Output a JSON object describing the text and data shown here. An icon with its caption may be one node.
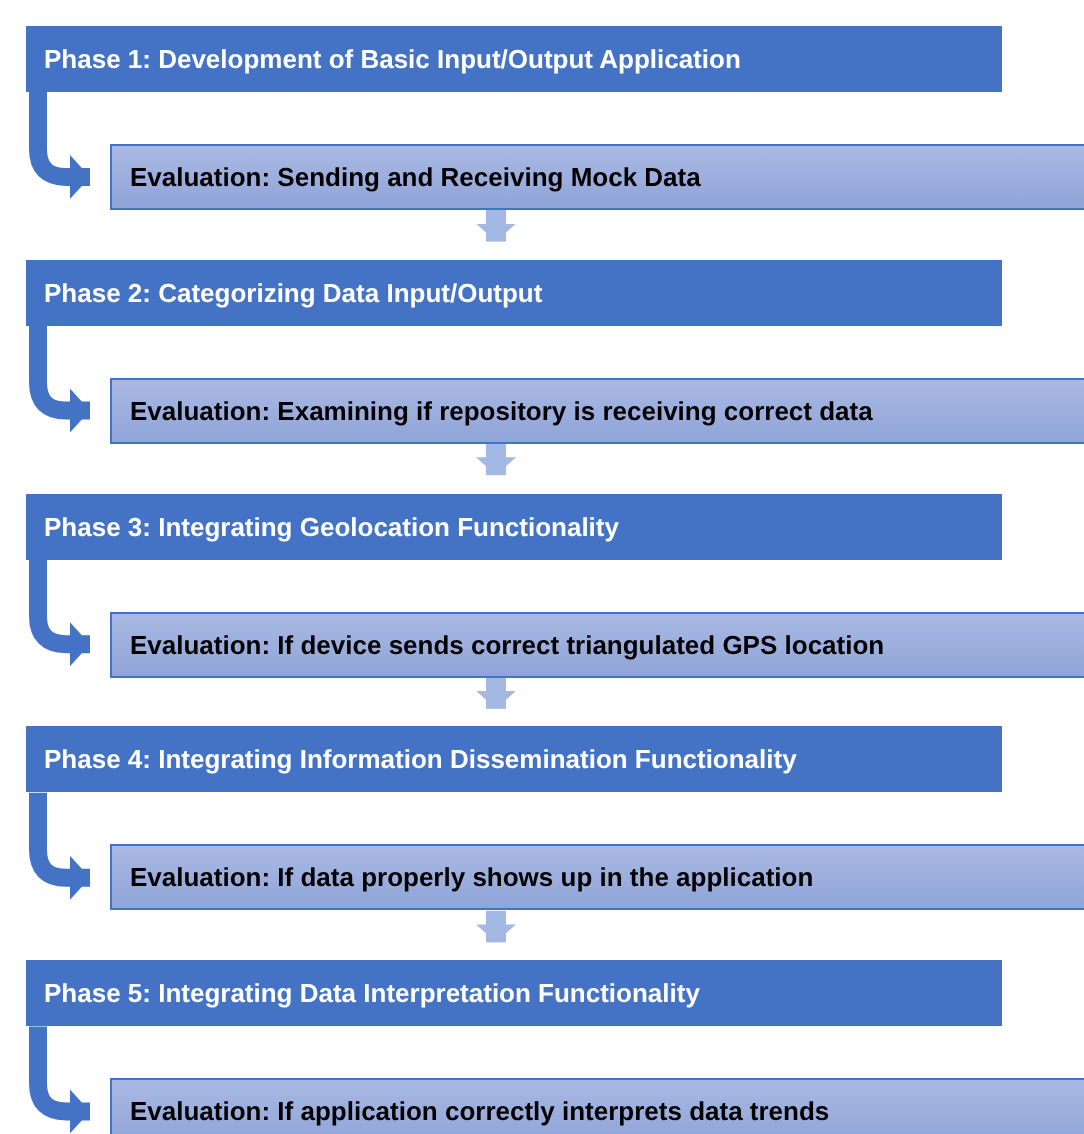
{
  "diagram": {
    "nodes": [
      {
        "text": [
          "Phase 1: Development of Basic Input/Output Application"
        ]
      },
      {
        "text": [
          "Evaluation: Sending and Receiving Mock Data"
        ]
      },
      {
        "text": [
          "Phase 2: Categorizing Data Input/Output"
        ]
      },
      {
        "text": [
          "Evaluation: Examining if repository is receiving correct data"
        ]
      },
      {
        "text": [
          "Phase 3: Integrating Geolocation Functionality"
        ]
      },
      {
        "text": [
          "Evaluation: If device sends correct triangulated GPS location"
        ]
      },
      {
        "text": [
          "Phase 4: Integrating Information Dissemination Functionality"
        ]
      },
      {
        "text": [
          "Evaluation: If data properly shows up in the application"
        ]
      },
      {
        "text": [
          "Phase 5: Integrating Data Interpretation Functionality"
        ]
      },
      {
        "text": [
          "Evaluation: If application correctly interprets data trends"
        ]
      }
    ],
    "edges": [
      {
        "from": 0,
        "to": 1,
        "arrow": "to"
      },
      {
        "from": 1,
        "to": 2,
        "arrow": "to",
        "color": "#a3b8e2"
      },
      {
        "from": 2,
        "to": 3,
        "arrow": "to"
      },
      {
        "from": 3,
        "to": 4,
        "arrow": "to",
        "color": "#a3b8e2"
      },
      {
        "from": 4,
        "to": 5,
        "arrow": "to"
      },
      {
        "from": 5,
        "to": 6,
        "arrow": "to",
        "color": "#a3b8e2"
      },
      {
        "from": 6,
        "to": 7,
        "arrow": "to"
      },
      {
        "from": 7,
        "to": 8,
        "arrow": "to",
        "color": "#a3b8e2"
      },
      {
        "from": 8,
        "to": 9,
        "arrow": "to"
      }
    ]
  }
}
